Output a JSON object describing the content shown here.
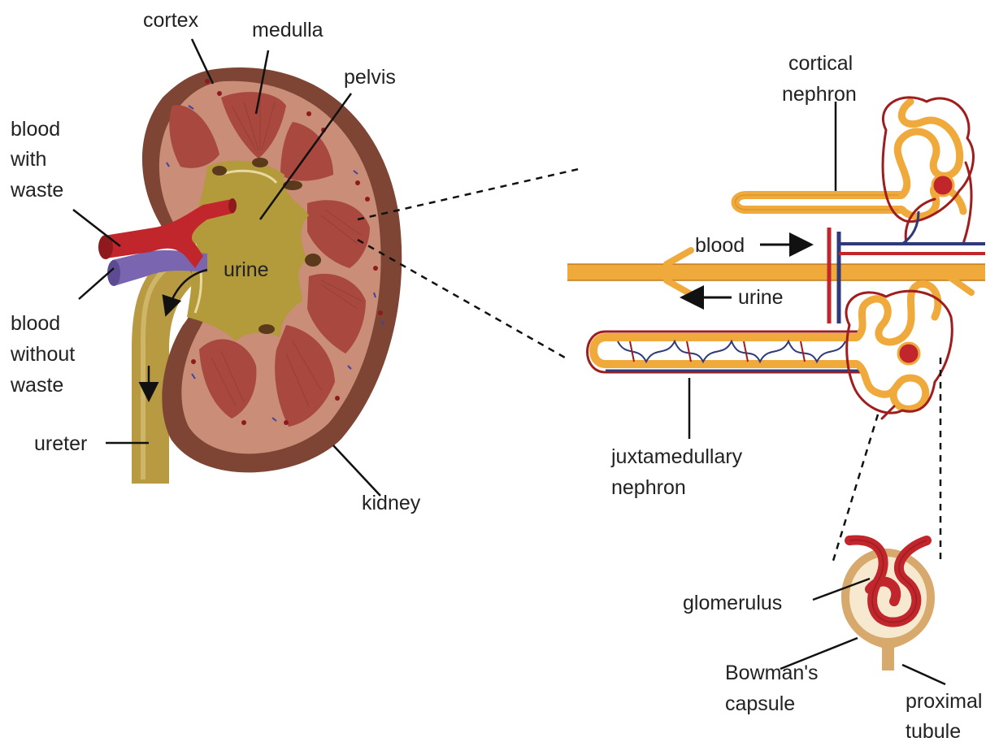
{
  "labels": {
    "cortex": "cortex",
    "medulla": "medulla",
    "pelvis": "pelvis",
    "blood_with_waste": [
      "blood",
      "with",
      "waste"
    ],
    "blood_without_waste": [
      "blood",
      "without",
      "waste"
    ],
    "urine_kidney": "urine",
    "ureter": "ureter",
    "kidney": "kidney",
    "cortical_nephron": [
      "cortical",
      "nephron"
    ],
    "blood_flow": "blood",
    "urine_flow": "urine",
    "juxtamedullary_nephron": [
      "juxtamedullary",
      "nephron"
    ],
    "glomerulus": "glomerulus",
    "bowmans_capsule": [
      "Bowman's",
      "capsule"
    ],
    "proximal_tubule": [
      "proximal",
      "tubule"
    ]
  },
  "colors": {
    "kidney_outer": "#7e4535",
    "kidney_cortex": "#c98d78",
    "pyramid": "#a8483e",
    "pelvis_fill": "#b39a3a",
    "pelvis_light": "#e9d9a0",
    "artery": "#c0262b",
    "vein_purple": "#7a66b0",
    "vein_blue": "#2f3a7a",
    "ureter": "#b89a43",
    "tubule": "#f0a93b",
    "tubule_edge": "#c27b1d",
    "capsule": "#d8a96c",
    "capsule_inner": "#f6e9cf",
    "text": "#222222",
    "line": "#111111"
  }
}
